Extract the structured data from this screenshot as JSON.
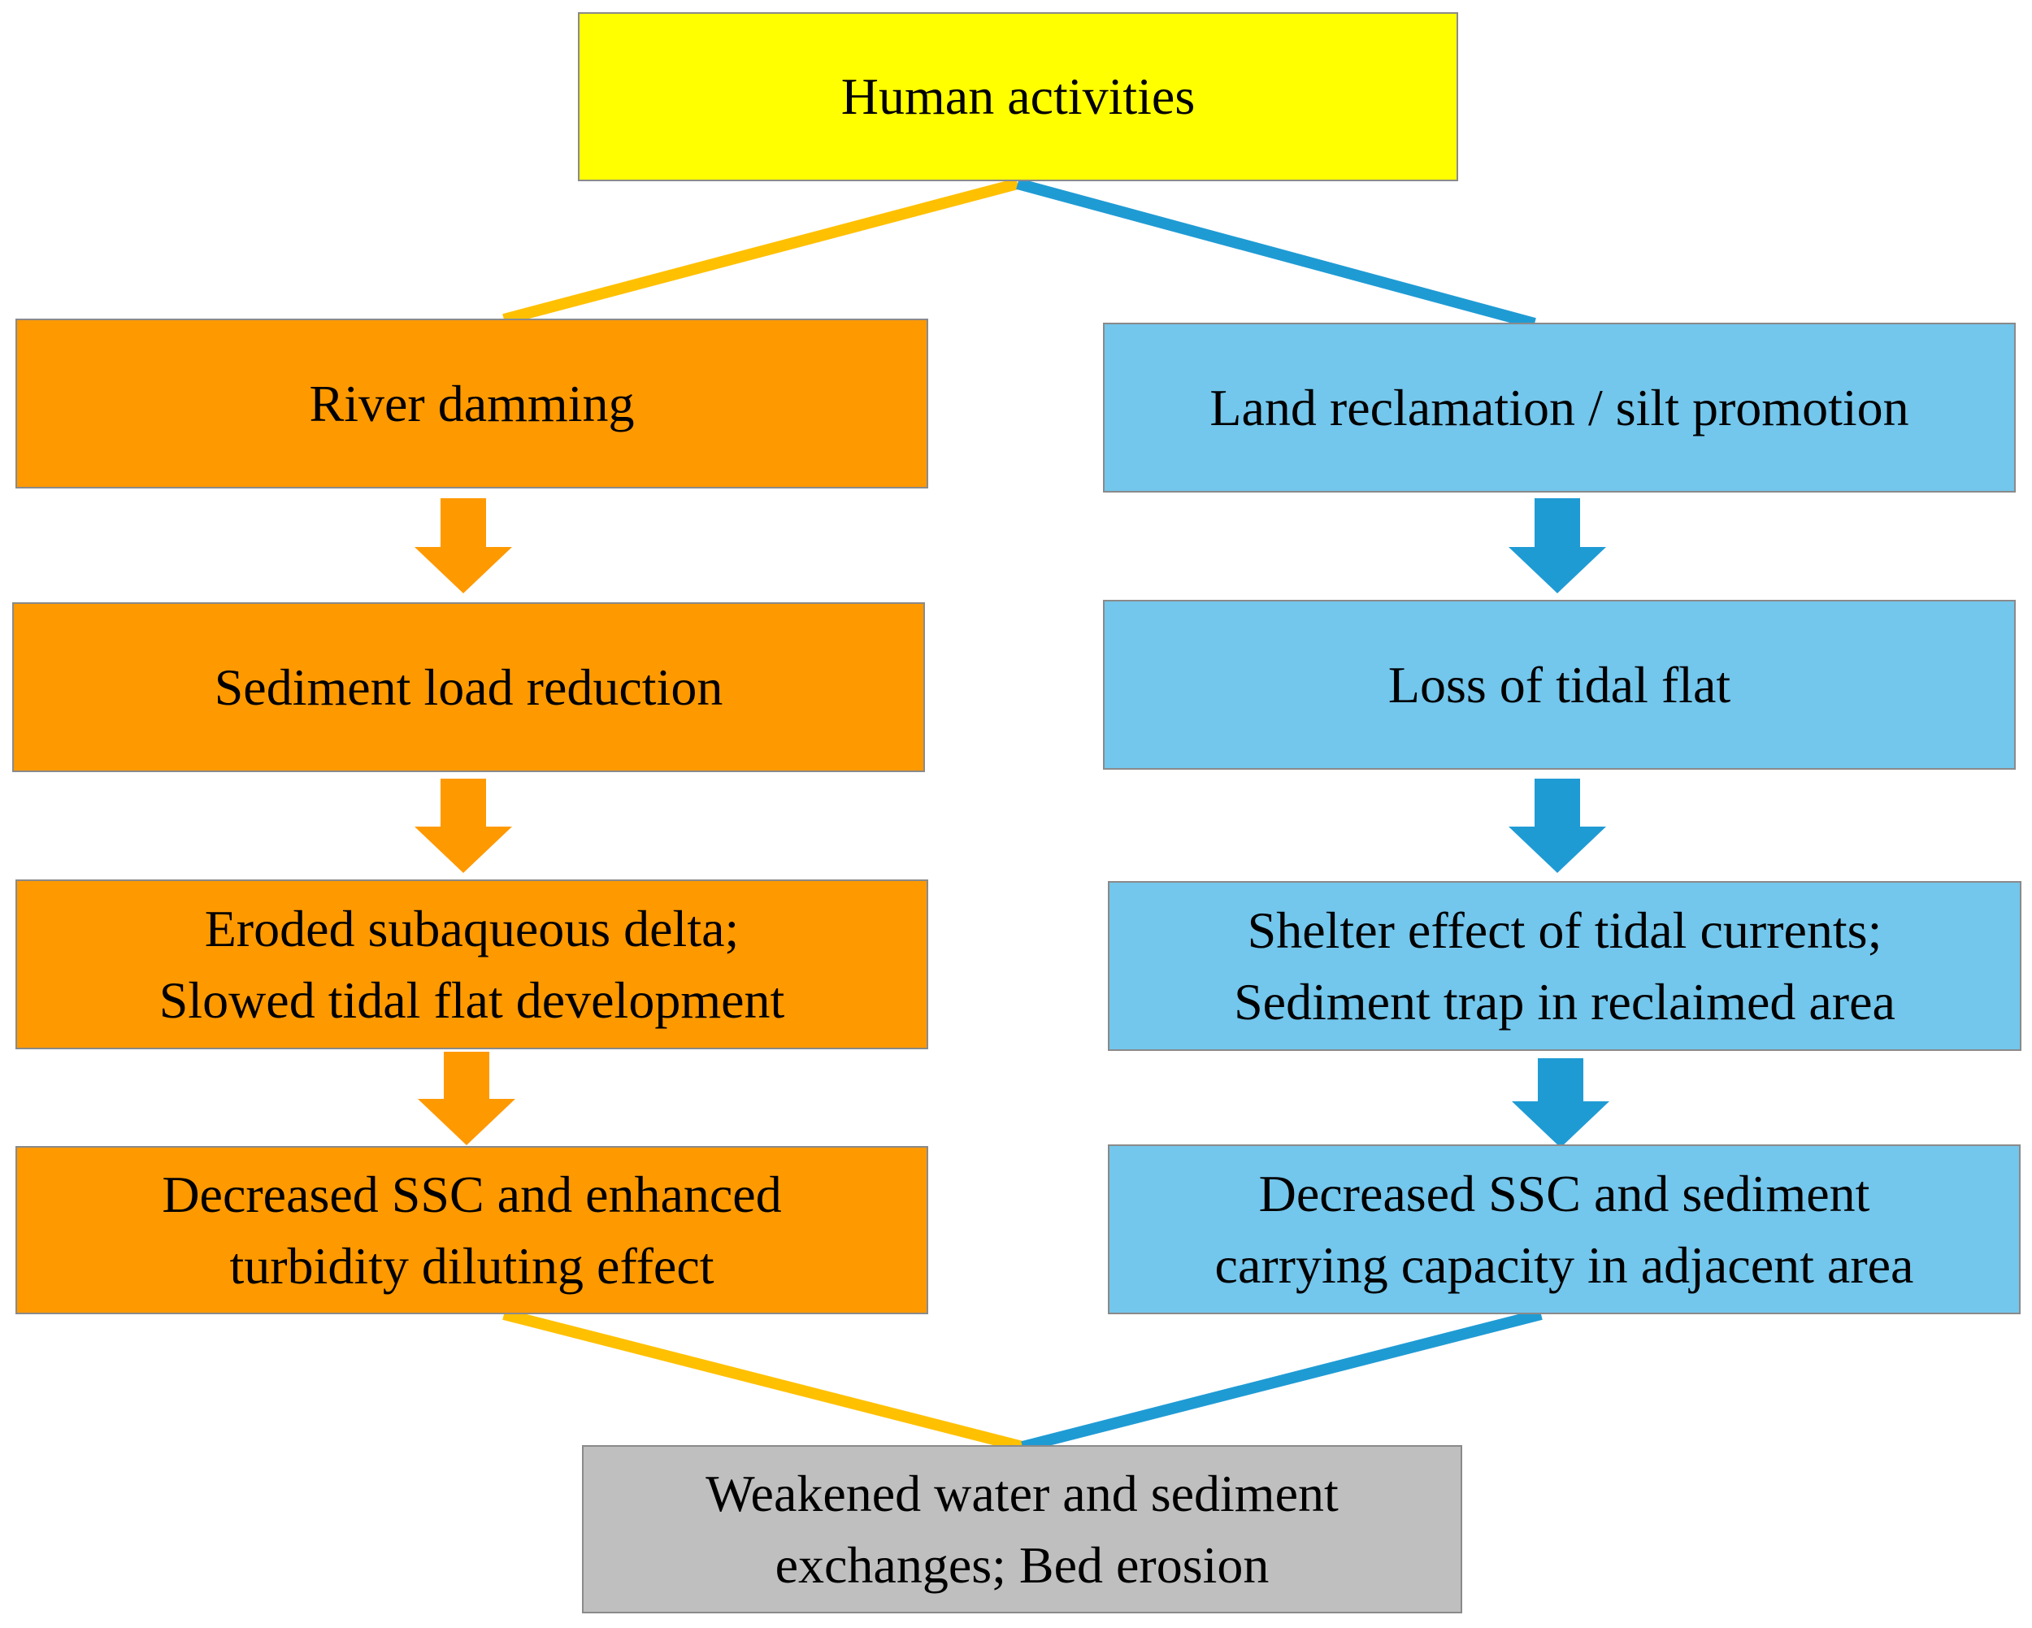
{
  "colors": {
    "top": "#ffff00",
    "left_fill": "#ff9900",
    "right_fill": "#73c6ec",
    "bottom_fill": "#bfbfbf",
    "left_connector": "#ffc000",
    "right_connector": "#1f9bd4",
    "left_arrow": "#ff9900",
    "right_arrow": "#1f9bd4"
  },
  "top": {
    "text": "Human activities"
  },
  "left": [
    {
      "text": "River damming"
    },
    {
      "text": "Sediment load reduction"
    },
    {
      "text": "Eroded subaqueous delta;\nSlowed tidal flat development"
    },
    {
      "text": "Decreased SSC and enhanced\nturbidity diluting effect"
    }
  ],
  "right": [
    {
      "text": "Land reclamation / silt promotion"
    },
    {
      "text": "Loss of tidal flat"
    },
    {
      "text": "Shelter effect of tidal currents;\nSediment trap in reclaimed area"
    },
    {
      "text": "Decreased SSC and sediment\ncarrying capacity in adjacent area"
    }
  ],
  "bottom": {
    "text": "Weakened water and sediment\nexchanges; Bed erosion"
  }
}
